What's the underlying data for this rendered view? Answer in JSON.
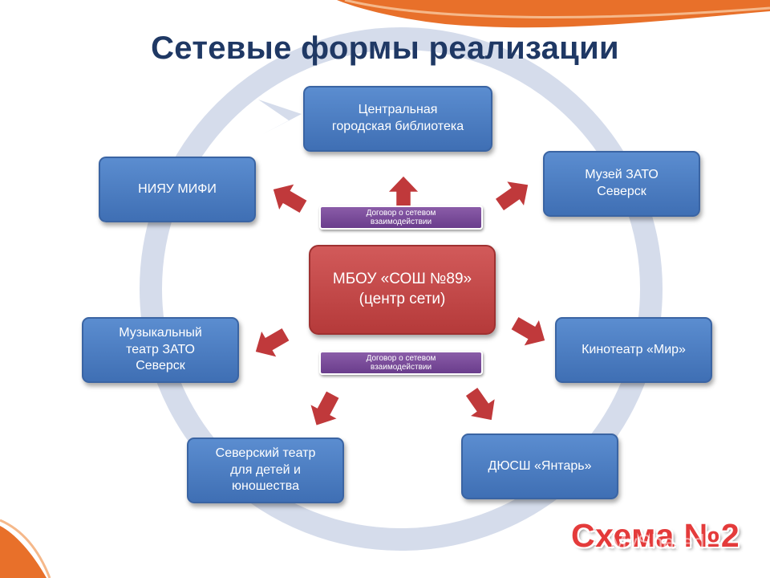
{
  "title": "Сетевые формы реализации",
  "center": {
    "line1": "МБОУ «СОШ №89»",
    "line2": "(центр сети)"
  },
  "badges": [
    {
      "text": "Договор о сетевом\nвзаимодействии"
    },
    {
      "text": "Договор о сетевом\nвзаимодействии"
    }
  ],
  "nodes": [
    {
      "id": "library",
      "text": "Центральная\nгородская библиотека"
    },
    {
      "id": "museum",
      "text": "Музей ЗАТО\nСеверск"
    },
    {
      "id": "cinema",
      "text": "Кинотеатр «Мир»"
    },
    {
      "id": "sport",
      "text": "ДЮСШ «Янтарь»"
    },
    {
      "id": "youth-theatre",
      "text": "Северский театр\nдля детей и\nюношества"
    },
    {
      "id": "music-theatre",
      "text": "Музыкальный\nтеатр ЗАТО\nСеверск"
    },
    {
      "id": "mifi",
      "text": "НИЯУ МИФИ"
    }
  ],
  "stamp": "Схема №2",
  "watermark": "MyShared",
  "colors": {
    "title": "#1f3864",
    "node_fill": "#4a7cc2",
    "center_fill": "#c24646",
    "arrow_fill": "#c0393b",
    "badge_fill": "#7a4c9a",
    "cycle_ring": "#d5dceb",
    "accent_orange": "#e8702a"
  }
}
